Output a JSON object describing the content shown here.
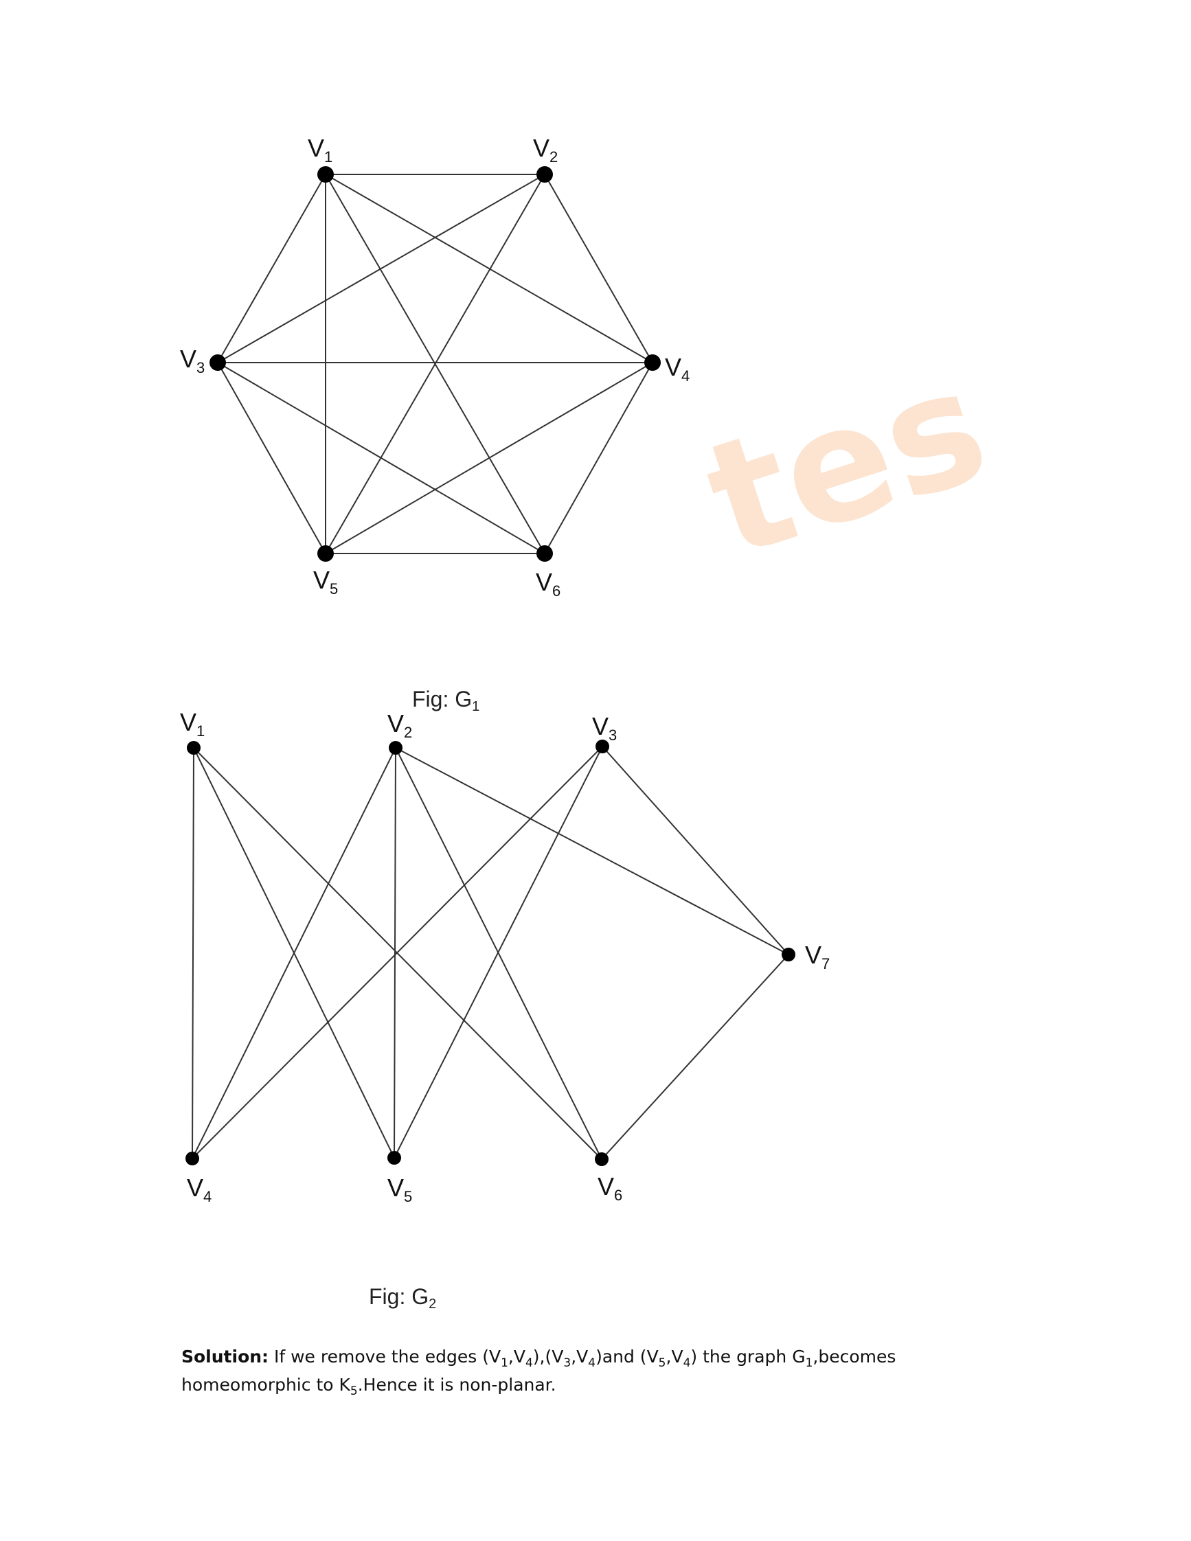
{
  "watermark": {
    "text": "tes",
    "color": "#f7a25c"
  },
  "graphs": [
    {
      "id": "g1",
      "caption": "Fig: G",
      "caption_sub": "1",
      "vertices": [
        {
          "id": "V1",
          "label": "V",
          "sub": "1"
        },
        {
          "id": "V2",
          "label": "V",
          "sub": "2"
        },
        {
          "id": "V3",
          "label": "V",
          "sub": "3"
        },
        {
          "id": "V4",
          "label": "V",
          "sub": "4"
        },
        {
          "id": "V5",
          "label": "V",
          "sub": "5"
        },
        {
          "id": "V6",
          "label": "V",
          "sub": "6"
        }
      ],
      "edges": [
        [
          "V1",
          "V2"
        ],
        [
          "V1",
          "V3"
        ],
        [
          "V1",
          "V4"
        ],
        [
          "V1",
          "V5"
        ],
        [
          "V1",
          "V6"
        ],
        [
          "V2",
          "V3"
        ],
        [
          "V2",
          "V4"
        ],
        [
          "V2",
          "V5"
        ],
        [
          "V3",
          "V4"
        ],
        [
          "V3",
          "V5"
        ],
        [
          "V3",
          "V6"
        ],
        [
          "V4",
          "V5"
        ],
        [
          "V4",
          "V6"
        ],
        [
          "V5",
          "V6"
        ]
      ]
    },
    {
      "id": "g2",
      "caption": "Fig: G",
      "caption_sub": "2",
      "vertices": [
        {
          "id": "V1",
          "label": "V",
          "sub": "1"
        },
        {
          "id": "V2",
          "label": "V",
          "sub": "2"
        },
        {
          "id": "V3",
          "label": "V",
          "sub": "3"
        },
        {
          "id": "V4",
          "label": "V",
          "sub": "4"
        },
        {
          "id": "V5",
          "label": "V",
          "sub": "5"
        },
        {
          "id": "V6",
          "label": "V",
          "sub": "6"
        },
        {
          "id": "V7",
          "label": "V",
          "sub": "7"
        }
      ],
      "edges": [
        [
          "V1",
          "V4"
        ],
        [
          "V1",
          "V5"
        ],
        [
          "V1",
          "V6"
        ],
        [
          "V2",
          "V4"
        ],
        [
          "V2",
          "V5"
        ],
        [
          "V2",
          "V6"
        ],
        [
          "V2",
          "V7"
        ],
        [
          "V3",
          "V4"
        ],
        [
          "V3",
          "V5"
        ],
        [
          "V3",
          "V7"
        ],
        [
          "V6",
          "V7"
        ]
      ]
    }
  ],
  "solution": {
    "label": "Solution:",
    "line1_pre": " If we remove the edges (V",
    "parts": [
      {
        "t": "1"
      },
      {
        "n": ",V"
      },
      {
        "t": "4"
      },
      {
        "n": "),(V"
      },
      {
        "t": "3"
      },
      {
        "n": ",V"
      },
      {
        "t": "4"
      },
      {
        "n": ")and (V"
      },
      {
        "t": "5"
      },
      {
        "n": ",V"
      },
      {
        "t": "4"
      },
      {
        "n": ") the graph G"
      },
      {
        "t": "1"
      },
      {
        "n": ",becomes homeomorphic to K"
      },
      {
        "t": "5"
      },
      {
        "n": ".Hence it is non-planar."
      }
    ]
  }
}
